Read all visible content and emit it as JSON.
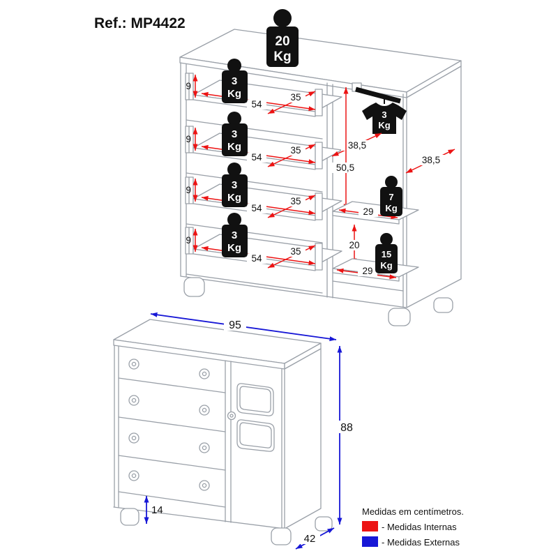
{
  "ref": "Ref.: MP4422",
  "colors": {
    "internal": "#ec1313",
    "external": "#1717d6",
    "line": "#9aa0a8",
    "ink": "#111111",
    "weight": "#111111"
  },
  "legend": {
    "title": "Medidas em centímetros.",
    "internal_label": "- Medidas Internas",
    "external_label": "- Medidas Externas"
  },
  "top_view": {
    "top_weight": {
      "value": "20",
      "unit": "Kg"
    },
    "drawers": [
      {
        "height": "9",
        "width": "54",
        "depth": "35",
        "weight_value": "3",
        "weight_unit": "Kg"
      },
      {
        "height": "9",
        "width": "54",
        "depth": "35",
        "weight_value": "3",
        "weight_unit": "Kg"
      },
      {
        "height": "9",
        "width": "54",
        "depth": "35",
        "weight_value": "3",
        "weight_unit": "Kg"
      },
      {
        "height": "9",
        "width": "54",
        "depth": "35",
        "weight_value": "3",
        "weight_unit": "Kg"
      }
    ],
    "right_section": {
      "hang_weight": {
        "value": "3",
        "unit": "Kg"
      },
      "inner_diag": "38,5",
      "inner_height": "50,5",
      "outer_diag": "38,5",
      "shelf1": {
        "width": "29",
        "weight_value": "7",
        "weight_unit": "Kg"
      },
      "shelf2": {
        "height": "20",
        "width": "29",
        "weight_value": "15",
        "weight_unit": "Kg"
      }
    }
  },
  "front_view": {
    "width": "95",
    "height": "88",
    "depth": "42",
    "base_height": "14"
  }
}
